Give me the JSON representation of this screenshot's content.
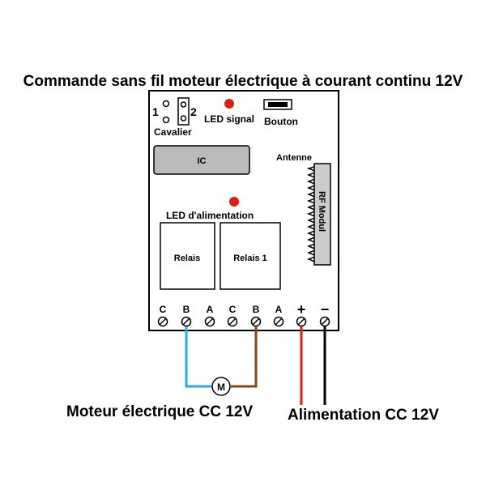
{
  "title": "Commande sans fil moteur électrique à courant continu 12V",
  "jumper": {
    "pin_left": "1",
    "pin_right": "2",
    "label": "Cavalier"
  },
  "led_signal": {
    "label": "LED signal"
  },
  "button": {
    "label": "Bouton"
  },
  "ic": {
    "label": "IC"
  },
  "antenna": {
    "label": "Antenne"
  },
  "rf_module": {
    "label": "RF Modul"
  },
  "led_power": {
    "label": "LED d'alimentation"
  },
  "relays": [
    {
      "label": "Relais"
    },
    {
      "label": "Relais 1"
    }
  ],
  "terminals": [
    "C",
    "B",
    "A",
    "C",
    "B",
    "A",
    "+",
    "−"
  ],
  "motor": {
    "symbol": "M",
    "label": "Moteur électrique CC 12V"
  },
  "power_supply": {
    "label": "Alimentation CC 12V"
  },
  "colors": {
    "board_fill": "#ffffff",
    "board_stroke": "#000000",
    "ic_fill": "#bbbbbb",
    "led": "#e41b13",
    "wire_blue": "#29aae2",
    "wire_brown": "#8b4513",
    "wire_red": "#e41b13",
    "wire_black": "#000000",
    "rf_fill": "#cccccc"
  }
}
